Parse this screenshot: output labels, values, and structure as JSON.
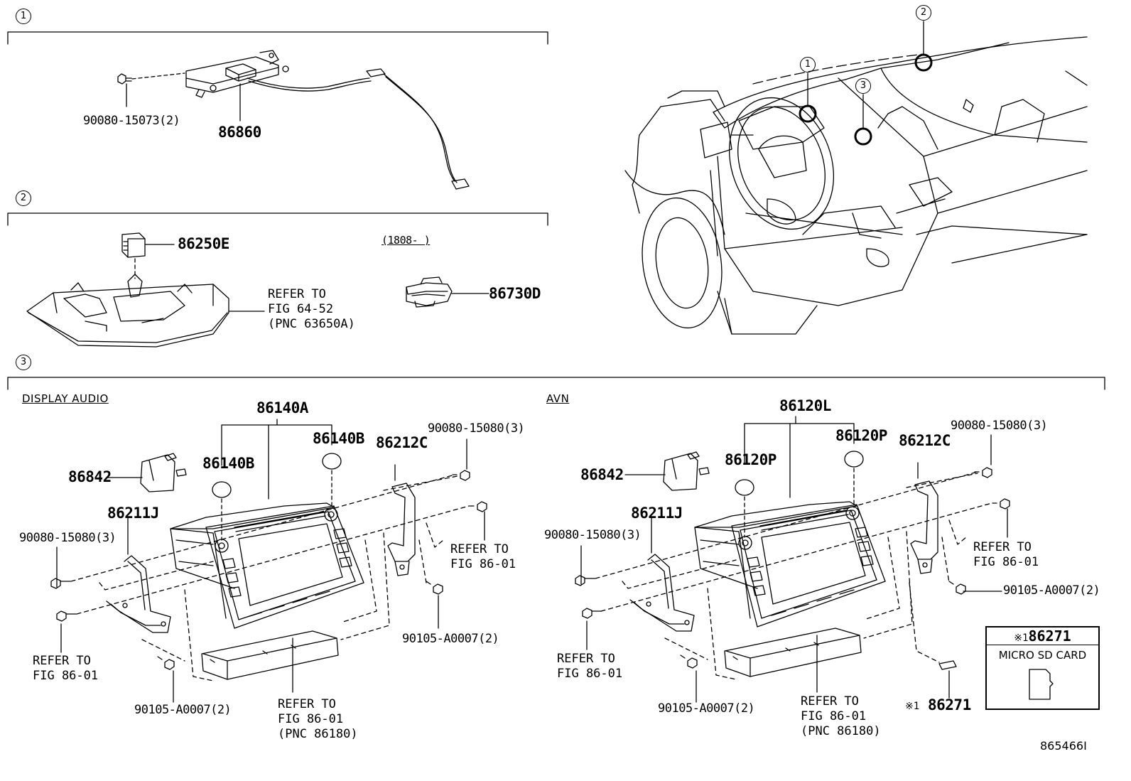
{
  "sections": {
    "s1": {
      "number": "1"
    },
    "s2": {
      "number": "2"
    },
    "s3": {
      "number": "3"
    }
  },
  "vehicle_callouts": {
    "c1": "1",
    "c2": "2",
    "c3": "3"
  },
  "section1": {
    "bolt": "90080-15073(2)",
    "module": "86860"
  },
  "section2": {
    "switch": "86250E",
    "refer": "REFER TO\nFIG 64-52\n(PNC 63650A)",
    "date_range": "(1808-        )",
    "antenna": "86730D"
  },
  "section3": {
    "display_audio": {
      "header": "DISPLAY AUDIO",
      "receiver": "86140A",
      "knob_left": "86140B",
      "knob_right": "86140B",
      "bracket_right": "86212C",
      "screw_top": "90080-15080(3)",
      "connector": "86842",
      "bracket_left": "86211J",
      "screw_left": "90080-15080(3)",
      "refer_right": "REFER TO\nFIG 86-01",
      "refer_left": "REFER TO\nFIG 86-01",
      "bolt_right": "90105-A0007(2)",
      "bolt_bottom": "90105-A0007(2)",
      "refer_bottom": "REFER TO\nFIG 86-01\n(PNC 86180)"
    },
    "avn": {
      "header": "AVN",
      "receiver": "86120L",
      "knob_left": "86120P",
      "knob_right": "86120P",
      "bracket_right": "86212C",
      "screw_top": "90080-15080(3)",
      "connector": "86842",
      "bracket_left": "86211J",
      "screw_left": "90080-15080(3)",
      "refer_right": "REFER TO\nFIG 86-01",
      "refer_left": "REFER TO\nFIG 86-01",
      "bolt_right": "90105-A0007(2)",
      "bolt_bottom": "90105-A0007(2)",
      "refer_bottom": "REFER TO\nFIG 86-01\n(PNC 86180)",
      "sd_mark": "※1",
      "sd_part": "86271"
    },
    "sd_card_box": {
      "mark": "※1",
      "part": "86271",
      "label": "MICRO SD CARD"
    }
  },
  "figure_id": "865466I"
}
